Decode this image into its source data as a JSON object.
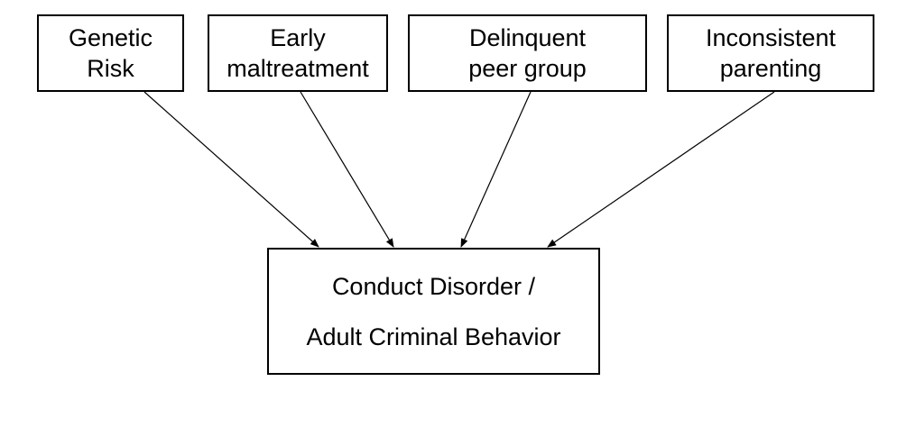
{
  "diagram": {
    "risk_factors": [
      {
        "line1": "Genetic",
        "line2": "Risk"
      },
      {
        "line1": "Early",
        "line2": "maltreatment"
      },
      {
        "line1": "Delinquent",
        "line2": "peer group"
      },
      {
        "line1": "Inconsistent",
        "line2": "parenting"
      }
    ],
    "outcome": {
      "line1": "Conduct Disorder /",
      "line2": "Adult Criminal Behavior"
    },
    "edges": [
      {
        "from": "Genetic Risk",
        "to": "Conduct Disorder / Adult Criminal Behavior"
      },
      {
        "from": "Early maltreatment",
        "to": "Conduct Disorder / Adult Criminal Behavior"
      },
      {
        "from": "Delinquent peer group",
        "to": "Conduct Disorder / Adult Criminal Behavior"
      },
      {
        "from": "Inconsistent parenting",
        "to": "Conduct Disorder / Adult Criminal Behavior"
      }
    ],
    "colors": {
      "line": "#000000",
      "background": "#ffffff"
    }
  }
}
